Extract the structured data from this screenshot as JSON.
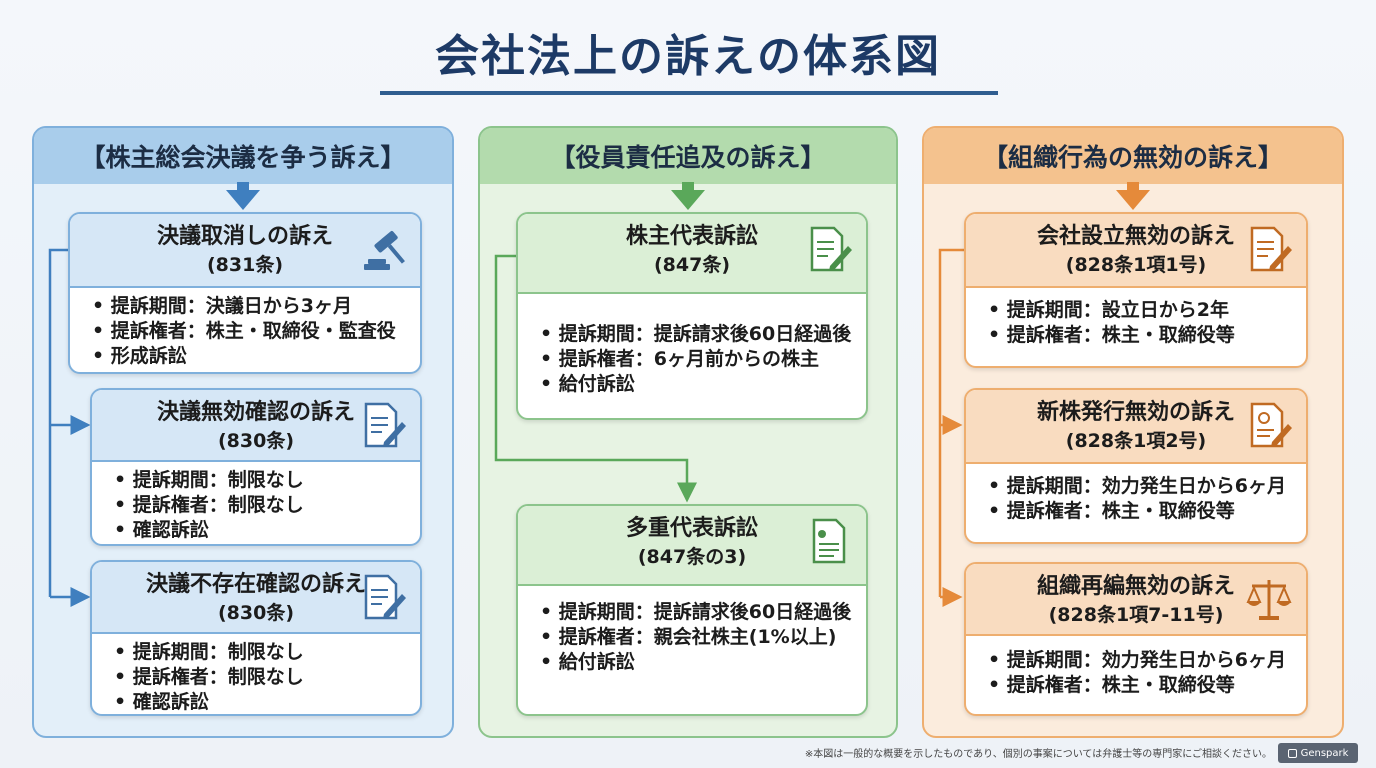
{
  "title": "会社法上の訴えの体系図",
  "footnote": "※本図は一般的な概要を示したものであり、個別の事案については弁護士等の専門家にご相談ください。",
  "brand": "Genspark",
  "columns": [
    {
      "header": "【株主総会決議を争う訴え】",
      "color": "#3f7fbf",
      "cards": [
        {
          "title": "決議取消しの訴え",
          "article": "(831条)",
          "icon": "gavel-icon",
          "items": [
            "提訴期間：決議日から3ヶ月",
            "提訴権者：株主・取締役・監査役",
            "形成訴訟"
          ]
        },
        {
          "title": "決議無効確認の訴え",
          "article": "(830条)",
          "icon": "document-pen-icon",
          "items": [
            "提訴期間：制限なし",
            "提訴権者：制限なし",
            "確認訴訟"
          ]
        },
        {
          "title": "決議不存在確認の訴え",
          "article": "(830条)",
          "icon": "document-pen-icon",
          "items": [
            "提訴期間：制限なし",
            "提訴権者：制限なし",
            "確認訴訟"
          ]
        }
      ]
    },
    {
      "header": "【役員責任追及の訴え】",
      "color": "#5aa85a",
      "cards": [
        {
          "title": "株主代表訴訟",
          "article": "(847条)",
          "icon": "document-pen-icon",
          "items": [
            "提訴期間：提訴請求後60日経過後",
            "提訴権者：6ヶ月前からの株主",
            "給付訴訟"
          ]
        },
        {
          "title": "多重代表訴訟",
          "article": "(847条の3)",
          "icon": "document-icon",
          "items": [
            "提訴期間：提訴請求後60日経過後",
            "提訴権者：親会社株主(1%以上)",
            "給付訴訟"
          ]
        }
      ]
    },
    {
      "header": "【組織行為の無効の訴え】",
      "color": "#e58a3a",
      "cards": [
        {
          "title": "会社設立無効の訴え",
          "article": "(828条1項1号)",
          "icon": "document-pen-icon",
          "items": [
            "提訴期間：設立日から2年",
            "提訴権者：株主・取締役等"
          ]
        },
        {
          "title": "新株発行無効の訴え",
          "article": "(828条1項2号)",
          "icon": "certificate-icon",
          "items": [
            "提訴期間：効力発生日から6ヶ月",
            "提訴権者：株主・取締役等"
          ]
        },
        {
          "title": "組織再編無効の訴え",
          "article": "(828条1項7-11号)",
          "icon": "scales-icon",
          "items": [
            "提訴期間：効力発生日から6ヶ月",
            "提訴権者：株主・取締役等"
          ]
        }
      ]
    }
  ]
}
